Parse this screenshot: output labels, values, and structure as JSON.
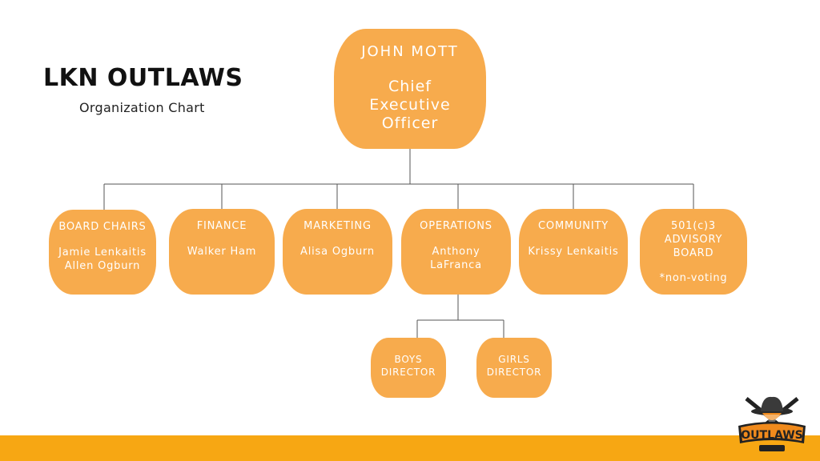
{
  "title": "LKN OUTLAWS",
  "subtitle": "Organization Chart",
  "ceo": {
    "title": "JOHN MOTT",
    "role": "Chief\nExecutive\nOfficer"
  },
  "departments": [
    {
      "title": "BOARD CHAIRS",
      "names": "Jamie Lenkaitis\nAllen Ogburn"
    },
    {
      "title": "FINANCE",
      "names": "Walker Ham"
    },
    {
      "title": "MARKETING",
      "names": "Alisa Ogburn"
    },
    {
      "title": "OPERATIONS",
      "names": "Anthony\nLaFranca"
    },
    {
      "title": "COMMUNITY",
      "names": "Krissy Lenkaitis"
    },
    {
      "title": "501(c)3\nADVISORY\nBOARD",
      "names": "",
      "note": "*non-voting"
    }
  ],
  "operations_reports": [
    {
      "title": "BOYS\nDIRECTOR"
    },
    {
      "title": "GIRLS\nDIRECTOR"
    }
  ],
  "logo": {
    "text": "OUTLAWS",
    "icon": "outlaws-logo-icon"
  },
  "colors": {
    "node": "#f7ab4d",
    "footer": "#f7a713",
    "line": "#555555"
  }
}
